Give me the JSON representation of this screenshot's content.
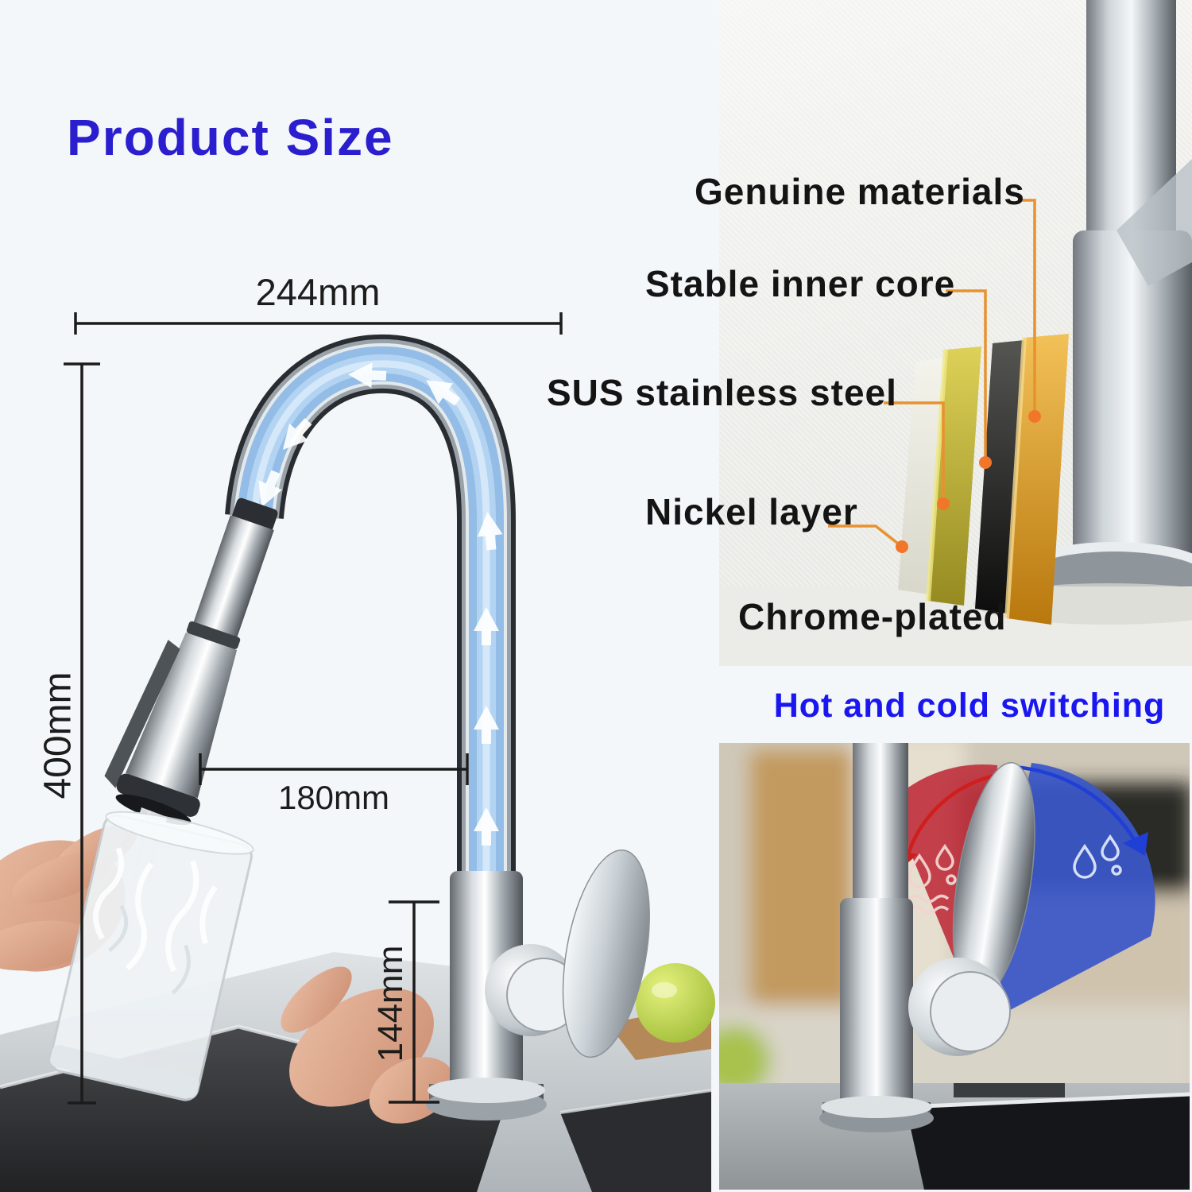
{
  "left_panel": {
    "title": "Product Size",
    "dim_width": "244mm",
    "dim_height": "400mm",
    "dim_reach": "180mm",
    "dim_base": "144mm"
  },
  "materials_panel": {
    "label_genuine": "Genuine materials",
    "label_core": "Stable inner core",
    "label_sus": "SUS stainless steel",
    "label_nickel": "Nickel layer",
    "label_chrome": "Chrome-plated"
  },
  "switching_panel": {
    "title": "Hot and cold switching"
  },
  "colors": {
    "title_blue": "#2a1ecf",
    "switch_blue": "#1a16f0",
    "label_black": "#141414",
    "leader_orange": "#e8912f",
    "hot_red": "#c03440",
    "cold_blue": "#3a57c8",
    "water_blue": "#8ab8e6"
  }
}
